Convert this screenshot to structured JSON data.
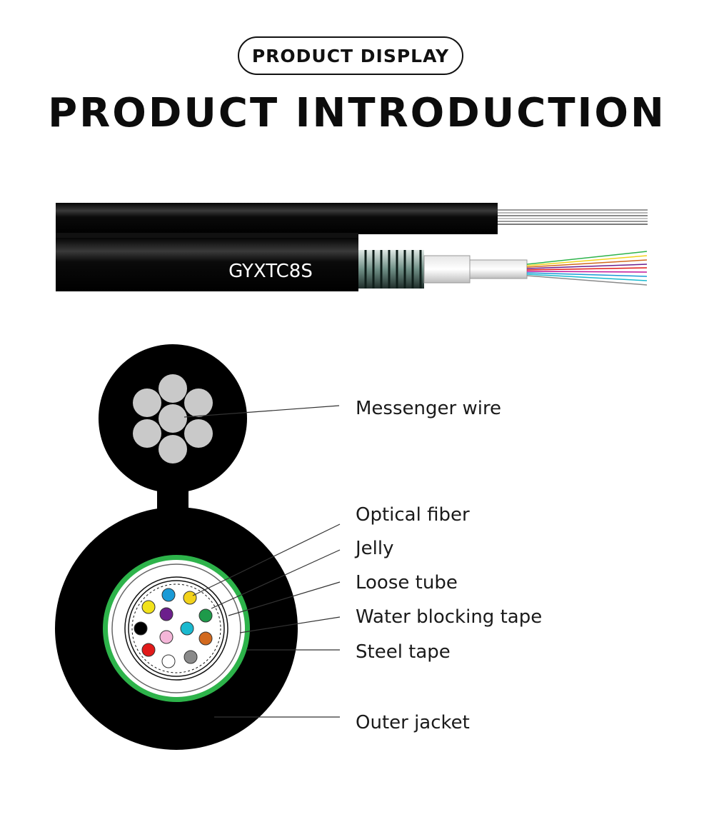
{
  "header": {
    "badge_text": "PRODUCT DISPLAY",
    "title": "PRODUCT INTRODUCTION"
  },
  "cable": {
    "model_label": "GYXTC8S"
  },
  "cross_section": {
    "labels": [
      "Messenger wire",
      "Optical fiber",
      "Jelly",
      "Loose tube",
      "Water blocking tape",
      "Steel tape",
      "Outer jacket"
    ],
    "fiber_colors": [
      "#1a9ad6",
      "#f2d21b",
      "#f2e21b",
      "#6c1f8c",
      "#1e9a4a",
      "#000000",
      "#f4b6d8",
      "#1ab9cf",
      "#d2691e",
      "#e11a1a",
      "#ffffff",
      "#8a8a8a"
    ],
    "steel_tape_color": "#2db34a"
  }
}
